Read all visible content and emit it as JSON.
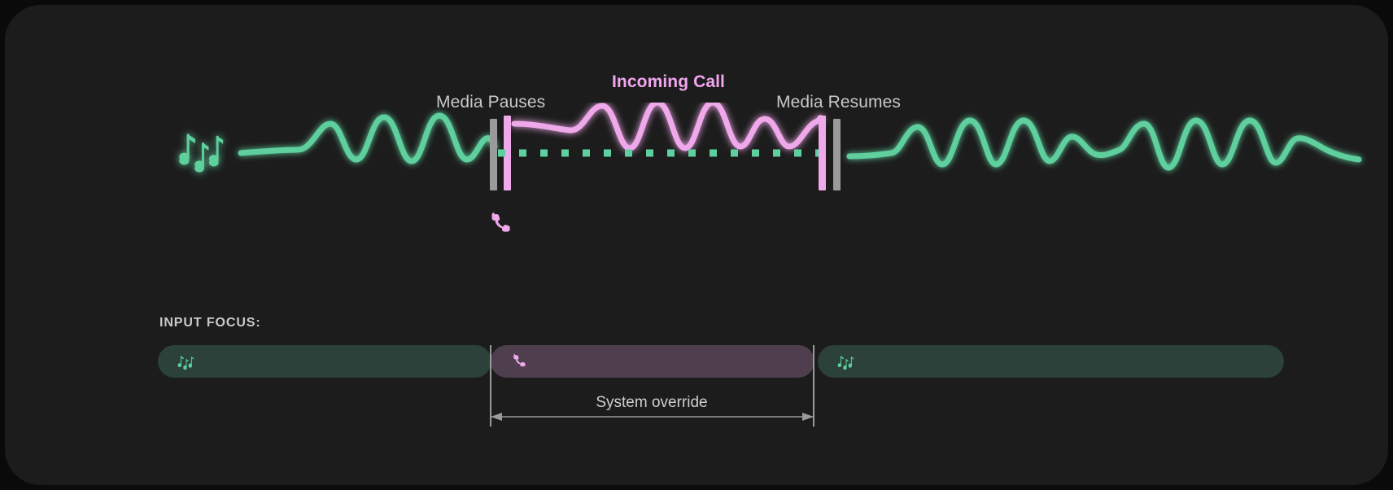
{
  "theme": {
    "background": "#0a0a0a",
    "card_background": "#1c1c1c",
    "media_color": "#5ecf9e",
    "call_color": "#efa8ea",
    "marker_gray": "#9a9a9a",
    "bar_media_background": "#2b4139",
    "bar_call_background": "#4e3e4e",
    "label_color": "#c8c8c8"
  },
  "timeline": {
    "labels": {
      "media_pauses": "Media Pauses",
      "incoming_call": "Incoming Call",
      "media_resumes": "Media Resumes"
    },
    "icons": {
      "media_note": "music-notes-icon",
      "call": "phone-icon"
    }
  },
  "focus": {
    "heading": "INPUT FOCUS:",
    "bars": [
      {
        "name": "media-before",
        "icon": "music-notes-icon",
        "state": "media"
      },
      {
        "name": "call-override",
        "icon": "phone-icon",
        "state": "call"
      },
      {
        "name": "media-after",
        "icon": "music-notes-icon",
        "state": "media"
      }
    ],
    "override_label": "System override"
  },
  "chart_data": {
    "type": "line",
    "title": "Incoming Call",
    "xlabel": "",
    "ylabel": "",
    "annotations": [
      "Media Pauses",
      "Incoming Call",
      "Media Resumes",
      "System override"
    ],
    "series": [
      {
        "name": "Media audio (before pause)",
        "color": "#5ecf9e",
        "x_range": [
          290,
          580
        ],
        "values": [
          0,
          0,
          2,
          -14,
          16,
          -18,
          20,
          -20,
          18,
          -10,
          14,
          -12,
          6,
          2,
          0
        ]
      },
      {
        "name": "Call audio (override)",
        "color": "#efa8ea",
        "x_range": [
          620,
          1000
        ],
        "values": [
          2,
          2,
          4,
          -14,
          26,
          -16,
          30,
          -16,
          28,
          -18,
          24,
          -14,
          16,
          -12,
          10,
          4,
          0
        ]
      },
      {
        "name": "Media audio (after resume)",
        "color": "#5ecf9e",
        "x_range": [
          1040,
          1580
        ],
        "values": [
          0,
          2,
          -16,
          20,
          -18,
          22,
          -22,
          18,
          -12,
          8,
          -4,
          14,
          -20,
          22,
          -18,
          20,
          -16,
          12,
          -8,
          4,
          0
        ]
      },
      {
        "name": "Media muted (dotted)",
        "color": "#5ecf9e",
        "style": "dotted",
        "x_range": [
          620,
          1000
        ],
        "values": [
          0
        ]
      }
    ]
  }
}
